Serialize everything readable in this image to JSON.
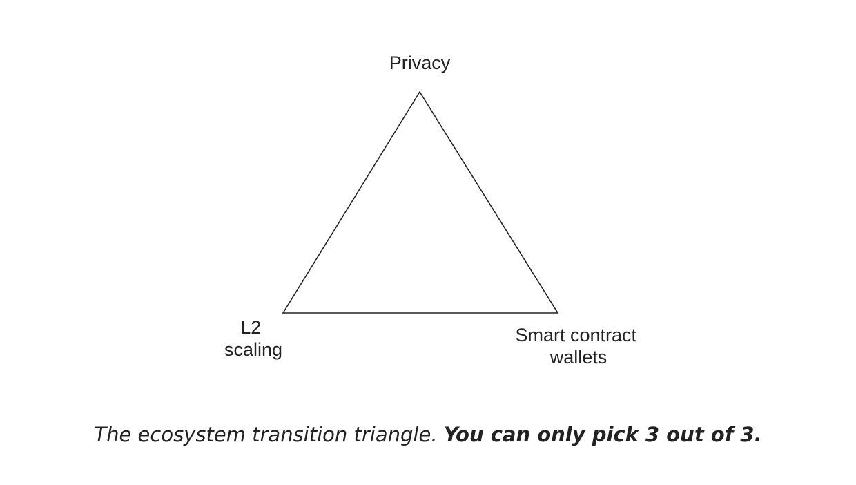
{
  "diagram": {
    "vertices": [
      {
        "id": "top",
        "lines": [
          "Privacy"
        ]
      },
      {
        "id": "left",
        "lines": [
          "L2",
          "scaling"
        ]
      },
      {
        "id": "right",
        "lines": [
          "Smart contract",
          "wallets"
        ]
      }
    ],
    "colors": {
      "stroke": "#222222",
      "text": "#222222",
      "background": "#ffffff"
    }
  },
  "caption": {
    "text": "The ecosystem transition triangle.",
    "emphasis": "You can only pick 3 out of 3."
  }
}
